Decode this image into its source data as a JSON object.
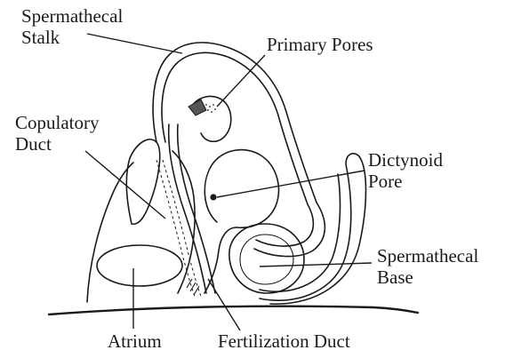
{
  "labels": {
    "spermathecal_stalk": [
      "Spermathecal",
      "Stalk"
    ],
    "primary_pores": "Primary Pores",
    "copulatory_duct": [
      "Copulatory",
      "Duct"
    ],
    "dictynoid_pore": [
      "Dictynoid",
      "Pore"
    ],
    "spermathecal_base": [
      "Spermathecal",
      "Base"
    ],
    "atrium": "Atrium",
    "fertilization_duct": "Fertilization Duct"
  }
}
